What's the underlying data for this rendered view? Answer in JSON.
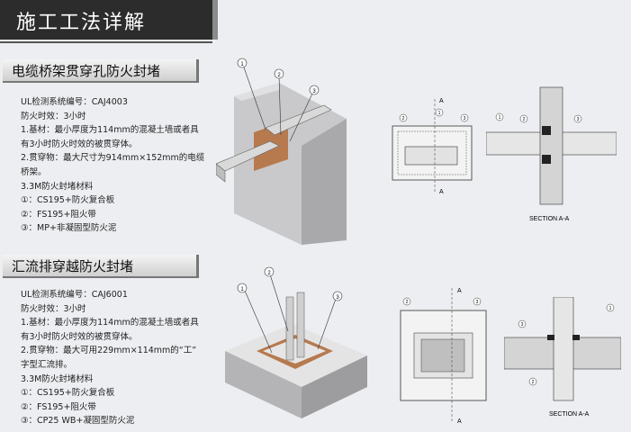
{
  "header": {
    "title": "施工工法详解"
  },
  "section1": {
    "title": "电缆桥架贯穿孔防火封堵",
    "lines": [
      "UL检测系统编号：CAJ4003",
      "防火时效：3小时",
      "1.基材：最小厚度为114mm的混凝土墙或者具",
      "有3小时防火时效的被贯穿体。",
      "2.贯穿物：最大尺寸为914mm×152mm的电缆",
      "桥架。",
      "3.3M防火封堵材料",
      "①：CS195+防火复合板",
      "②：FS195+阻火带",
      "③：MP+非凝固型防火泥"
    ],
    "callouts": [
      "1",
      "2",
      "3"
    ],
    "section_label": "SECTION A-A",
    "cut_label": "A"
  },
  "section2": {
    "title": "汇流排穿越防火封堵",
    "lines": [
      "UL检测系统编号：CAJ6001",
      "防火时效：3小时",
      "1.基材：最小厚度为114mm的混凝土墙或者具",
      "有3小时防火时效的被贯穿体。",
      "2.贯穿物：最大可用229mm×114mm的“工”",
      "字型汇流排。",
      "3.3M防火封堵材料",
      "①：CS195+防火复合板",
      "②：FS195+阻火带",
      "③：CP25 WB+凝固型防火泥"
    ],
    "callouts": [
      "1",
      "2",
      "3"
    ],
    "section_label": "SECTION A-A",
    "cut_label": "A"
  }
}
